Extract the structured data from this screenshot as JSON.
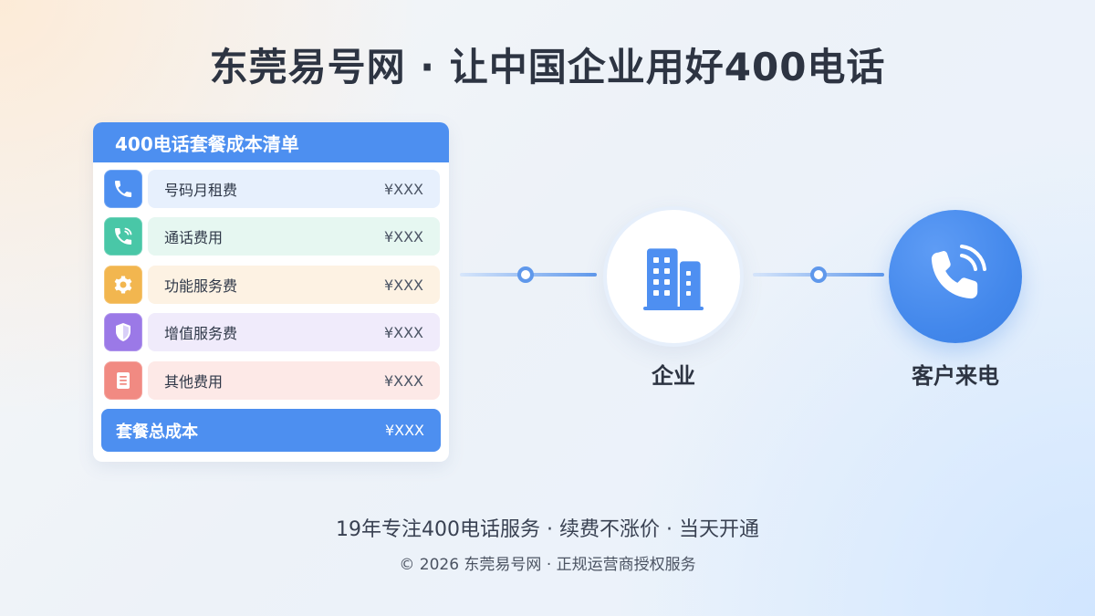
{
  "header": {
    "title": "东莞易号网 · 让中国企业用好400电话"
  },
  "cost_list": {
    "title": "400电话套餐成本清单",
    "items": [
      {
        "label": "号码月租费",
        "value": "¥XXX",
        "icon": "phone-icon",
        "icon_color": "#4d8ff0",
        "card_color": "#e7f0fd"
      },
      {
        "label": "通话费用",
        "value": "¥XXX",
        "icon": "phone-ringing-icon",
        "icon_color": "#49c7a7",
        "card_color": "#e6f7f1"
      },
      {
        "label": "功能服务费",
        "value": "¥XXX",
        "icon": "gear-icon",
        "icon_color": "#f2b64f",
        "card_color": "#fdf2e3"
      },
      {
        "label": "增值服务费",
        "value": "¥XXX",
        "icon": "shield-icon",
        "icon_color": "#9b79e7",
        "card_color": "#f0ebfb"
      },
      {
        "label": "其他费用",
        "value": "¥XXX",
        "icon": "document-icon",
        "icon_color": "#f18a82",
        "card_color": "#fde9e7"
      }
    ],
    "total_label": "套餐总成本",
    "total_value": "¥XXX",
    "accent": "#4d8ff0"
  },
  "flow": {
    "enterprise_label": "企业",
    "enterprise_icon": "building-icon",
    "caller_label": "客户来电",
    "caller_icon": "phone-call-icon"
  },
  "footer": {
    "tagline": "19年专注400电话服务 · 续费不涨价 · 当天开通",
    "copyright": "© 2026 东莞易号网 · 正规运营商授权服务"
  }
}
